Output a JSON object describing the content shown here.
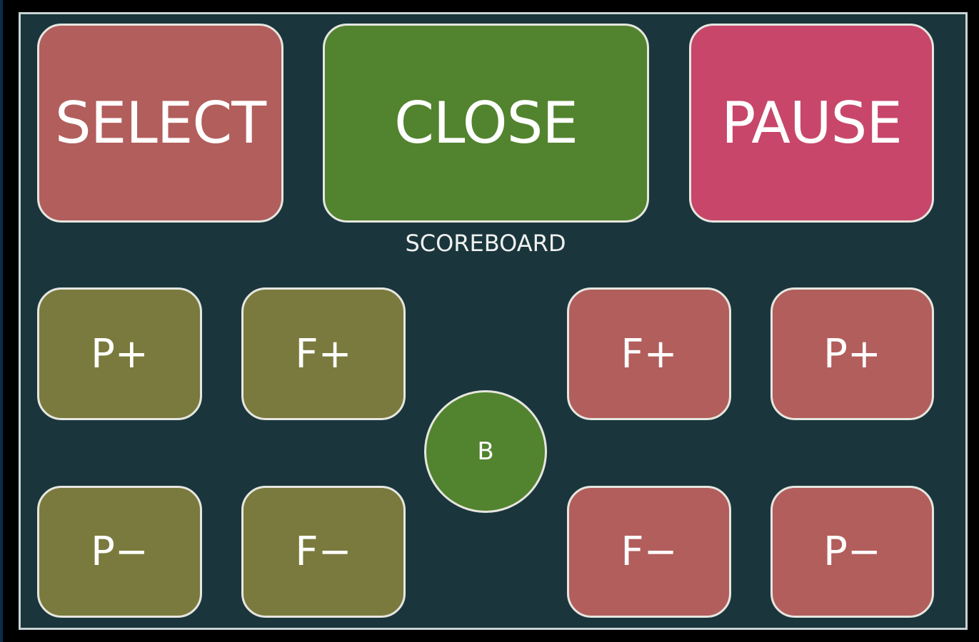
{
  "top_buttons": {
    "select": "SELECT",
    "close": "CLOSE",
    "pause": "PAUSE"
  },
  "scoreboard_label": "SCOREBOARD",
  "left_team": {
    "p_plus": "P+",
    "f_plus": "F+",
    "p_minus": "P−",
    "f_minus": "F−"
  },
  "right_team": {
    "f_plus": "F+",
    "p_plus": "P+",
    "f_minus": "F−",
    "p_minus": "P−"
  },
  "center_button": "B",
  "colors": {
    "background": "#1a363c",
    "left_team": "#7a7a3e",
    "right_team": "#b25e5c",
    "close": "#52832e",
    "pause": "#c8466a"
  }
}
